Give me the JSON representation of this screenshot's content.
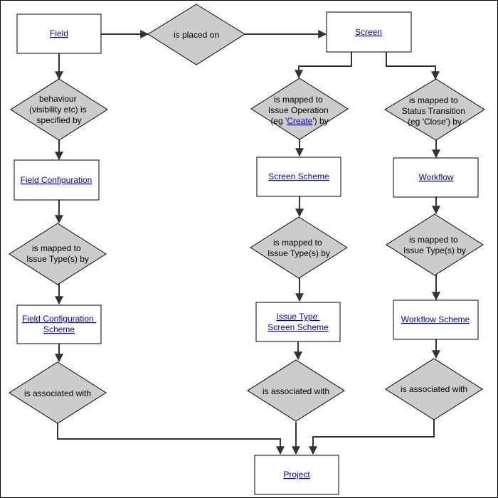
{
  "nodes": {
    "field": "Field",
    "screen": "Screen",
    "field_configuration": "Field Configuration",
    "field_configuration_scheme": [
      "Field Configuration ",
      "Scheme"
    ],
    "screen_scheme": "Screen Scheme",
    "issue_type_screen_scheme": [
      "Issue Type ",
      "Screen Scheme"
    ],
    "workflow": "Workflow",
    "workflow_scheme": "Workflow Scheme",
    "project": "Project"
  },
  "decisions": {
    "is_placed_on": "is placed on",
    "behaviour": [
      "behaviour",
      "(visibility etc) is",
      "specified by"
    ],
    "mapped_issue_operation": [
      "is mapped to",
      "Issue Operation"
    ],
    "eg_create": {
      "before": "(eg '",
      "link": "Create",
      "after": "') by"
    },
    "mapped_status_transition": [
      "is mapped to",
      "Status Transition",
      "(eg 'Close') by"
    ],
    "mapped_issue_types_left": [
      "is mapped to",
      "Issue Type(s) by"
    ],
    "mapped_issue_types_mid": [
      "is mapped to",
      "Issue Type(s) by"
    ],
    "mapped_issue_types_right": [
      "is mapped to",
      "Issue Type(s) by"
    ],
    "associated_left": "is associated with",
    "associated_mid": "is associated with",
    "associated_right": "is associated with"
  },
  "colors": {
    "link": "#0000cc",
    "decision_fill": "#cccccc",
    "edge": "#333333"
  }
}
